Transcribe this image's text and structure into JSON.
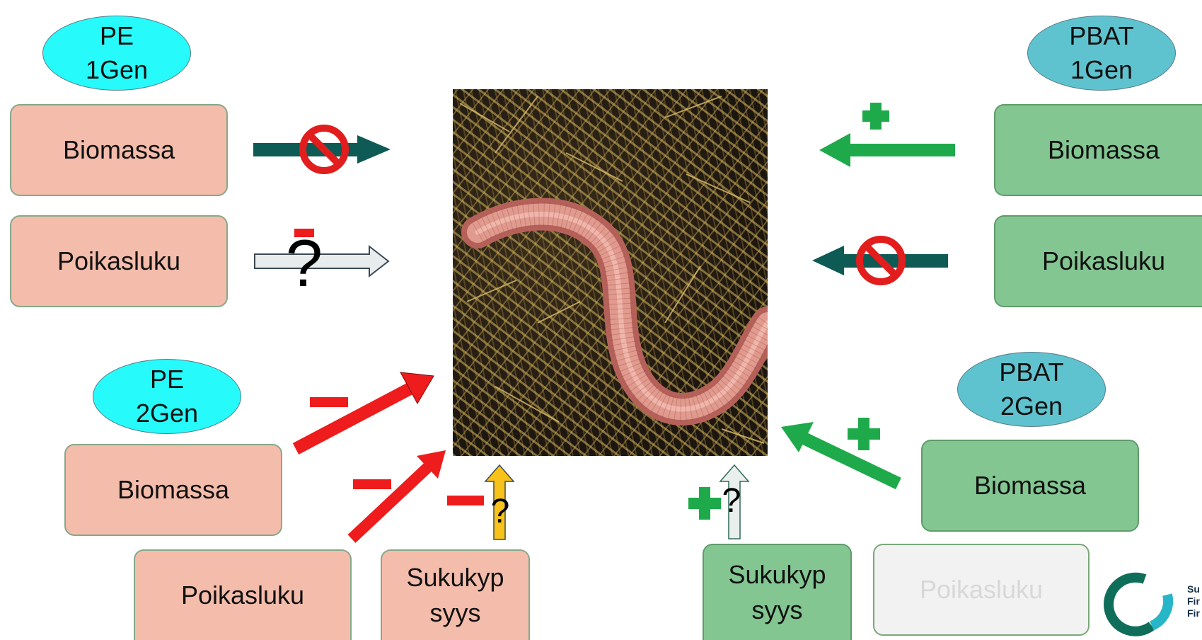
{
  "left_top": {
    "label_line1": "PE",
    "label_line2": "1Gen",
    "box1": "Biomassa",
    "box2": "Poikasluku"
  },
  "left_bottom": {
    "label_line1": "PE",
    "label_line2": "2Gen",
    "box1": "Biomassa",
    "box2": "Poikasluku",
    "box3_line1": "Sukukyp",
    "box3_line2": "syys"
  },
  "right_top": {
    "label_line1": "PBAT",
    "label_line2": "1Gen",
    "box1": "Biomassa",
    "box2": "Poikasluku"
  },
  "right_bottom": {
    "label_line1": "PBAT",
    "label_line2": "2Gen",
    "box1": "Biomassa",
    "box2": "Poikasluku",
    "box3_line1": "Sukukyp",
    "box3_line2": "syys"
  },
  "markers": {
    "question": "?",
    "question_small": "?"
  },
  "logo": {
    "line1": "Su",
    "line2": "Fir",
    "line3": "Fir"
  },
  "colors": {
    "positive": "#1eaa4b",
    "negative": "#ee1c1c",
    "no_effect": "#0e5a55",
    "forbidden": "#e21d1d",
    "unknown_yellow": "#f8c21a",
    "unknown_light": "#e9efec"
  }
}
